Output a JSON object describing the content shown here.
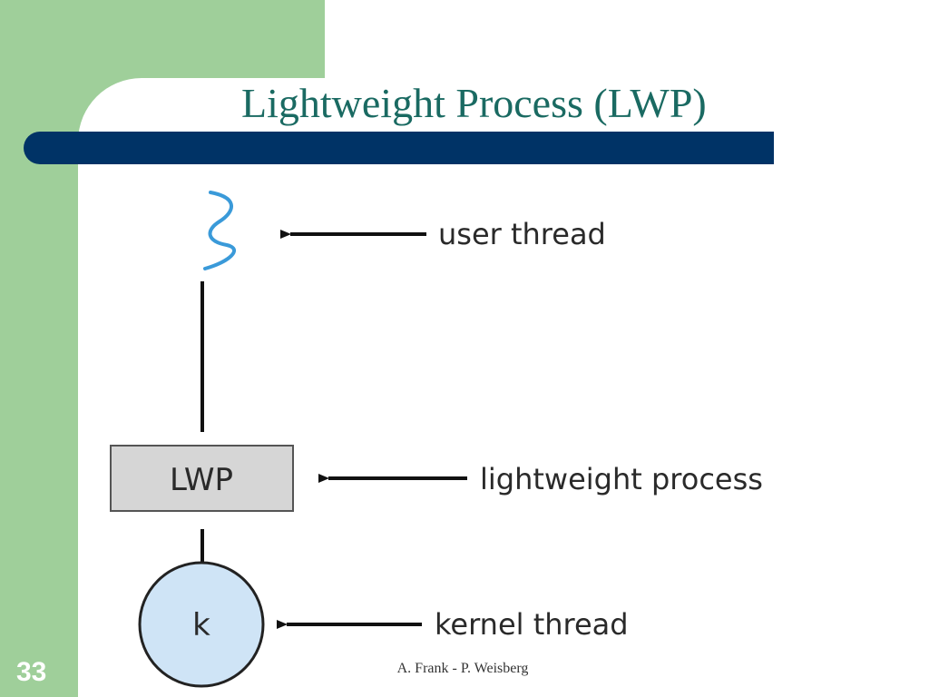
{
  "slide": {
    "title": "Lightweight Process (LWP)",
    "number": "33",
    "footer": "A. Frank - P. Weisberg"
  },
  "diagram": {
    "labels": {
      "user_thread": "user thread",
      "lightweight_process": "lightweight process",
      "kernel_thread": "kernel thread"
    },
    "nodes": {
      "lwp": "LWP",
      "kernel": "k"
    }
  },
  "colors": {
    "green_background": "#9fcf9a",
    "title_bar": "#003366",
    "title_text": "#1a6a62",
    "user_thread_squiggle": "#3a9ad9",
    "lwp_box_fill": "#d6d6d6",
    "kernel_circle_fill": "#cfe4f6"
  }
}
